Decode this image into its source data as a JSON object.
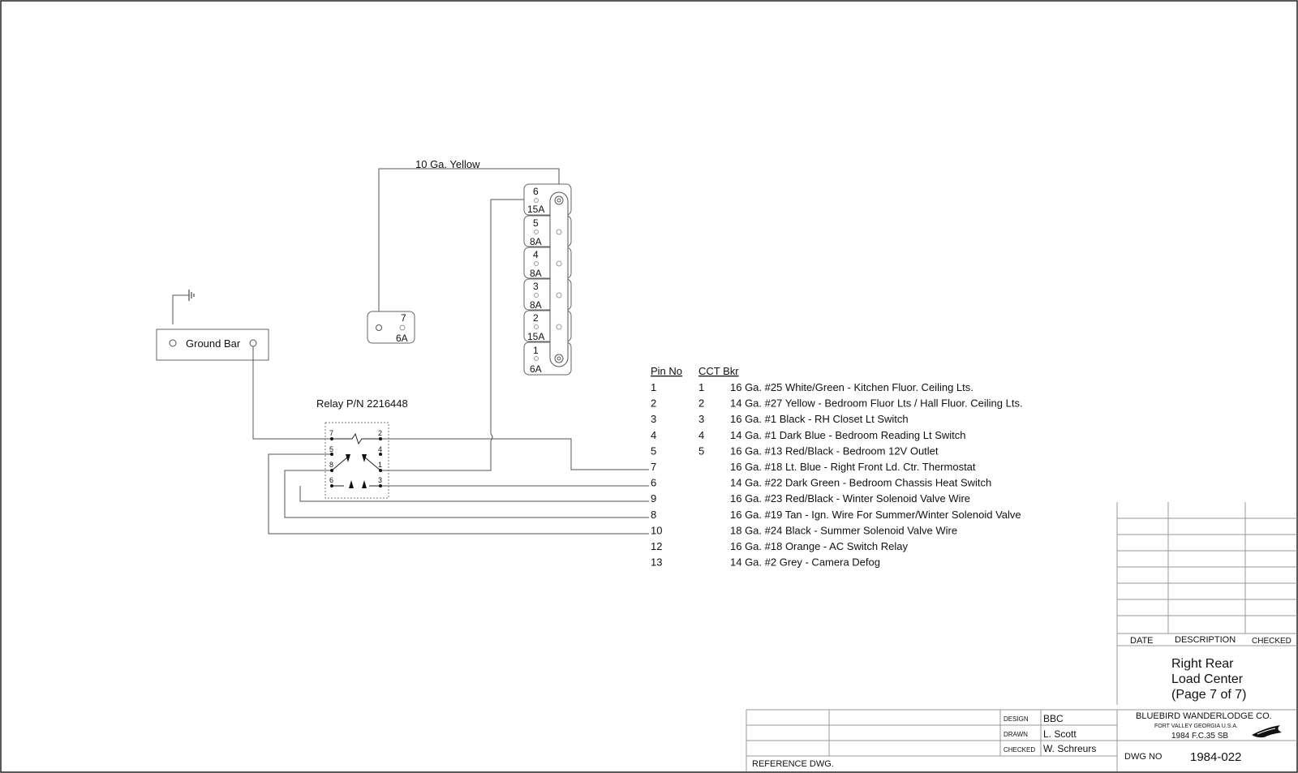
{
  "wire_top_label": "10 Ga. Yellow",
  "ground_bar_label": "Ground Bar",
  "relay_label": "Relay P/N 2216448",
  "relay_pins": {
    "p7": "7",
    "p2": "2",
    "p5": "5",
    "p4": "4",
    "p8": "8",
    "p1": "1",
    "p6": "6",
    "p3": "3"
  },
  "standalone_breaker": {
    "num": "7",
    "amp": "6A"
  },
  "breakers": [
    {
      "num": "6",
      "amp": "15A"
    },
    {
      "num": "5",
      "amp": "8A"
    },
    {
      "num": "4",
      "amp": "8A"
    },
    {
      "num": "3",
      "amp": "8A"
    },
    {
      "num": "2",
      "amp": "15A"
    },
    {
      "num": "1",
      "amp": "6A"
    }
  ],
  "pin_table": {
    "headers": {
      "pin": "Pin No",
      "cct": "CCT Bkr"
    },
    "rows": [
      {
        "pin": "1",
        "cct": "1",
        "desc": "16 Ga. #25 White/Green - Kitchen Fluor. Ceiling Lts."
      },
      {
        "pin": "2",
        "cct": "2",
        "desc": "14 Ga. #27 Yellow - Bedroom Fluor Lts / Hall Fluor. Ceiling Lts."
      },
      {
        "pin": "3",
        "cct": "3",
        "desc": "16 Ga. #1 Black - RH Closet Lt Switch"
      },
      {
        "pin": "4",
        "cct": "4",
        "desc": "14 Ga. #1 Dark Blue - Bedroom Reading Lt Switch"
      },
      {
        "pin": "5",
        "cct": "5",
        "desc": "16 Ga. #13 Red/Black - Bedroom 12V Outlet"
      },
      {
        "pin": "7",
        "cct": "",
        "desc": "16 Ga. #18 Lt. Blue - Right Front Ld. Ctr. Thermostat"
      },
      {
        "pin": "6",
        "cct": "",
        "desc": "14 Ga. #22 Dark Green - Bedroom Chassis Heat Switch"
      },
      {
        "pin": "9",
        "cct": "",
        "desc": "16 Ga. #23 Red/Black - Winter Solenoid Valve Wire"
      },
      {
        "pin": "8",
        "cct": "",
        "desc": "16 Ga. #19 Tan - Ign. Wire For Summer/Winter Solenoid Valve"
      },
      {
        "pin": "10",
        "cct": "",
        "desc": "18 Ga. #24 Black - Summer Solenoid Valve Wire"
      },
      {
        "pin": "12",
        "cct": "",
        "desc": "16 Ga. #18 Orange - AC Switch Relay"
      },
      {
        "pin": "13",
        "cct": "",
        "desc": "14 Ga. #2 Grey - Camera Defog"
      }
    ]
  },
  "revision_block": {
    "date": "DATE",
    "description": "DESCRIPTION",
    "checked": "CHECKED"
  },
  "title_block": {
    "title_line1": "Right Rear",
    "title_line2": "Load Center",
    "title_line3": "(Page 7 of 7)",
    "company": "BLUEBIRD WANDERLODGE CO.",
    "location": "FORT VALLEY GEORGIA U.S.A.",
    "model": "1984 F.C.35 SB",
    "design_label": "DESIGN",
    "design_value": "BBC",
    "drawn_label": "DRAWN",
    "drawn_value": "L. Scott",
    "checked_label": "CHECKED",
    "checked_value": "W. Schreurs",
    "reference_label": "REFERENCE DWG.",
    "dwg_no_label": "DWG NO",
    "dwg_no_value": "1984-022"
  }
}
